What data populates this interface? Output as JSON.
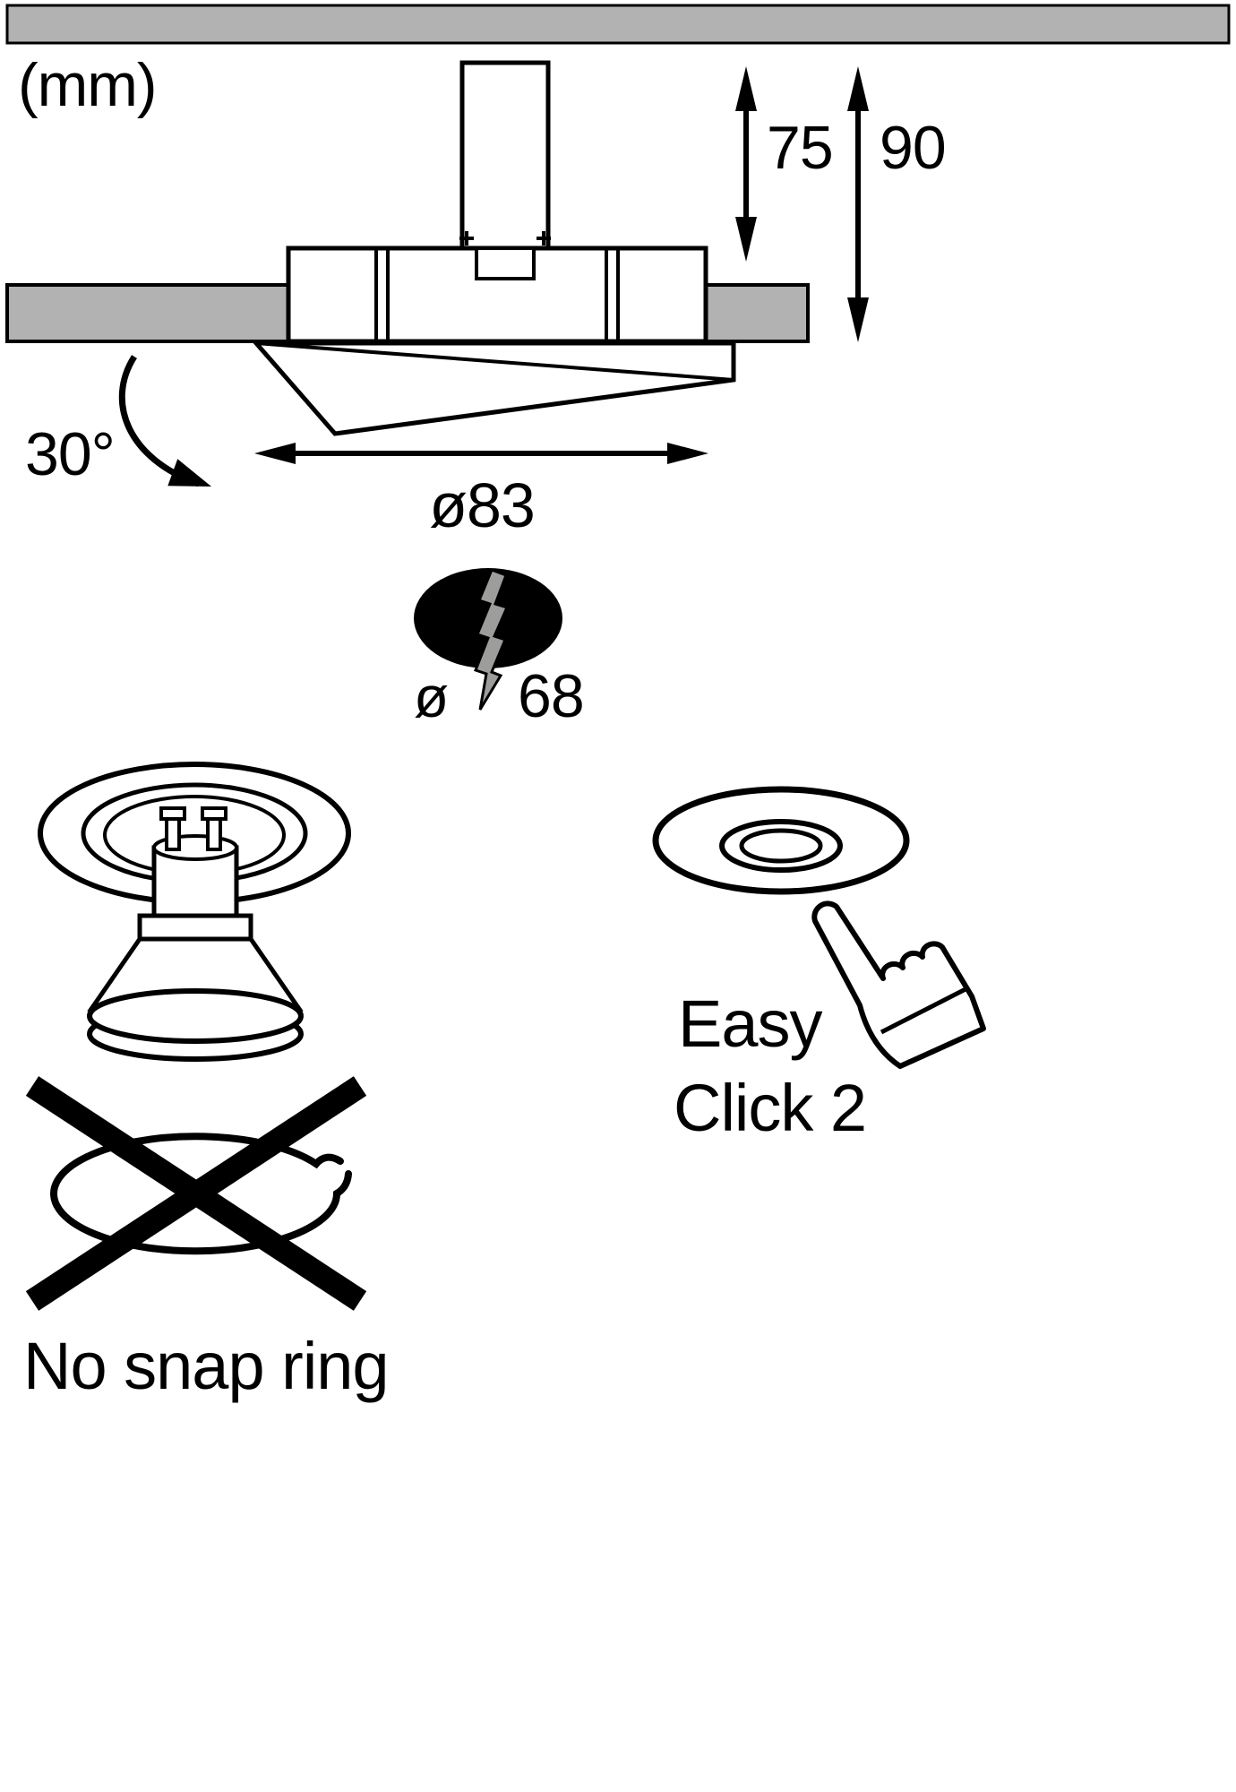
{
  "labels": {
    "unit": "(mm)",
    "recess_depth": "75",
    "total_depth": "90",
    "tilt_angle": "30°",
    "fixture_diameter": "ø83",
    "cutout_diameter_prefix": "ø",
    "cutout_diameter_value": "68",
    "easy_click_line1": "Easy",
    "easy_click_line2": "Click 2",
    "no_snap_ring": "No snap ring"
  },
  "colors": {
    "ceiling_gray": "#b2b2b2",
    "bolt_gray": "#9d9d9c",
    "line_black": "#000000",
    "background": "#ffffff"
  }
}
